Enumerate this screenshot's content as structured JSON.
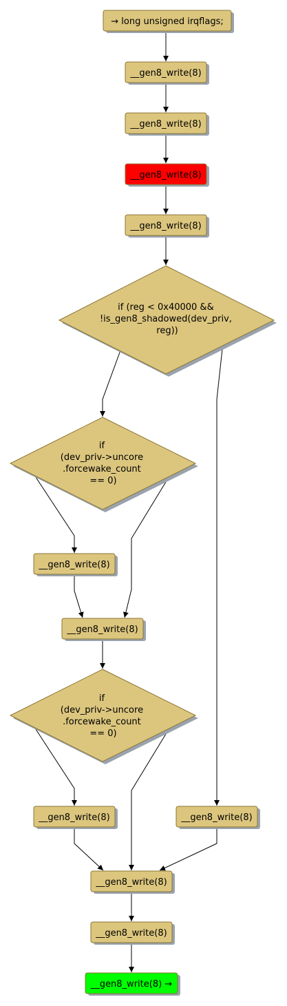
{
  "colors": {
    "node_fill": "#dcc67e",
    "node_stroke": "#8a7434",
    "shadow": "#9aa3ad",
    "highlight_fill": "#ff0000",
    "end_fill": "#00ff00",
    "edge": "#000000"
  },
  "nodes": {
    "start": "→ long unsigned irqflags;",
    "w1": "__gen8_write(8)",
    "w2": "__gen8_write(8)",
    "w3": "__gen8_write(8)",
    "w4": "__gen8_write(8)",
    "cond1": [
      "if (reg < 0x40000 &&",
      "!is_gen8_shadowed(dev_priv,",
      "reg))"
    ],
    "cond2": [
      "if",
      "(dev_priv->uncore",
      ".forcewake_count",
      "== 0)"
    ],
    "w5": "__gen8_write(8)",
    "w6": "__gen8_write(8)",
    "cond3": [
      "if",
      "(dev_priv->uncore",
      ".forcewake_count",
      "== 0)"
    ],
    "w7": "__gen8_write(8)",
    "w8": "__gen8_write(8)",
    "w9": "__gen8_write(8)",
    "w10": "__gen8_write(8)",
    "end": "__gen8_write(8) →"
  }
}
